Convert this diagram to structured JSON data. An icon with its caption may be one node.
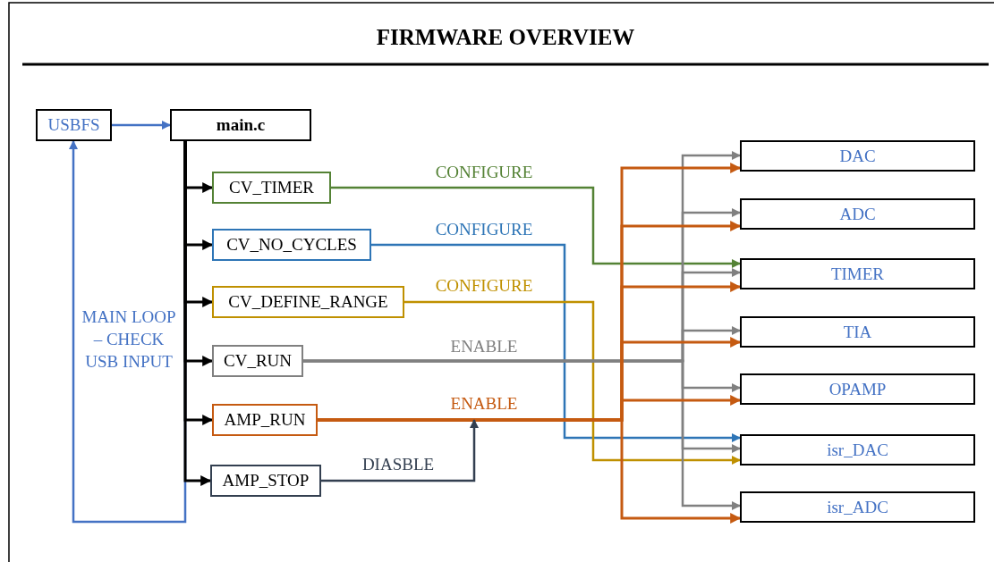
{
  "diagram": {
    "title": "FIRMWARE OVERVIEW",
    "nodes": [
      {
        "text": [
          "USBFS"
        ]
      },
      {
        "text": [
          "main.c"
        ]
      },
      {
        "text": [
          "CV_TIMER"
        ]
      },
      {
        "text": [
          "CV_NO_CYCLES"
        ]
      },
      {
        "text": [
          "CV_DEFINE_RANGE"
        ]
      },
      {
        "text": [
          "CV_RUN"
        ]
      },
      {
        "text": [
          "AMP_RUN"
        ]
      },
      {
        "text": [
          "AMP_STOP"
        ]
      },
      {
        "text": [
          "DAC"
        ]
      },
      {
        "text": [
          "ADC"
        ]
      },
      {
        "text": [
          "TIMER"
        ]
      },
      {
        "text": [
          "TIA"
        ]
      },
      {
        "text": [
          "OPAMP"
        ]
      },
      {
        "text": [
          "isr_DAC"
        ]
      },
      {
        "text": [
          "isr_ADC"
        ]
      }
    ],
    "edges": [
      {
        "from": 0,
        "to": 1,
        "arrow": "to",
        "color": "#4472c4"
      },
      {
        "from": 1,
        "to": 0,
        "arrow": "to",
        "color": "#4472c4"
      },
      {
        "from": 1,
        "to": 2,
        "arrow": "to",
        "color": "#000000"
      },
      {
        "from": 1,
        "to": 3,
        "arrow": "to",
        "color": "#000000"
      },
      {
        "from": 1,
        "to": 4,
        "arrow": "to",
        "color": "#000000"
      },
      {
        "from": 1,
        "to": 5,
        "arrow": "to",
        "color": "#000000"
      },
      {
        "from": 1,
        "to": 6,
        "arrow": "to",
        "color": "#000000"
      },
      {
        "from": 1,
        "to": 7,
        "arrow": "to",
        "color": "#000000"
      },
      {
        "from": 2,
        "to": 10,
        "arrow": "to",
        "label": "CONFIGURE",
        "color": "#548235"
      },
      {
        "from": 3,
        "to": 13,
        "arrow": "to",
        "label": "CONFIGURE",
        "color": "#2e75b6"
      },
      {
        "from": 4,
        "to": 13,
        "arrow": "to",
        "label": "CONFIGURE",
        "color": "#bf9000"
      },
      {
        "from": 5,
        "to": 8,
        "arrow": "to",
        "label": "ENABLE",
        "color": "#808080"
      },
      {
        "from": 5,
        "to": 9,
        "arrow": "to",
        "color": "#808080"
      },
      {
        "from": 5,
        "to": 10,
        "arrow": "to",
        "color": "#808080"
      },
      {
        "from": 5,
        "to": 11,
        "arrow": "to",
        "color": "#808080"
      },
      {
        "from": 5,
        "to": 12,
        "arrow": "to",
        "color": "#808080"
      },
      {
        "from": 5,
        "to": 13,
        "arrow": "to",
        "color": "#808080"
      },
      {
        "from": 5,
        "to": 14,
        "arrow": "to",
        "color": "#808080"
      },
      {
        "from": 6,
        "to": 8,
        "arrow": "to",
        "label": "ENABLE",
        "color": "#c55a11"
      },
      {
        "from": 6,
        "to": 9,
        "arrow": "to",
        "color": "#c55a11"
      },
      {
        "from": 6,
        "to": 10,
        "arrow": "to",
        "color": "#c55a11"
      },
      {
        "from": 6,
        "to": 11,
        "arrow": "to",
        "color": "#c55a11"
      },
      {
        "from": 6,
        "to": 12,
        "arrow": "to",
        "color": "#c55a11"
      },
      {
        "from": 6,
        "to": 14,
        "arrow": "to",
        "color": "#c55a11"
      },
      {
        "from": 7,
        "to": null,
        "arrow": "to",
        "label": "DIASBLE",
        "color": "#333f50"
      }
    ],
    "labels": [
      "MAIN LOOP – CHECK USB INPUT"
    ]
  }
}
